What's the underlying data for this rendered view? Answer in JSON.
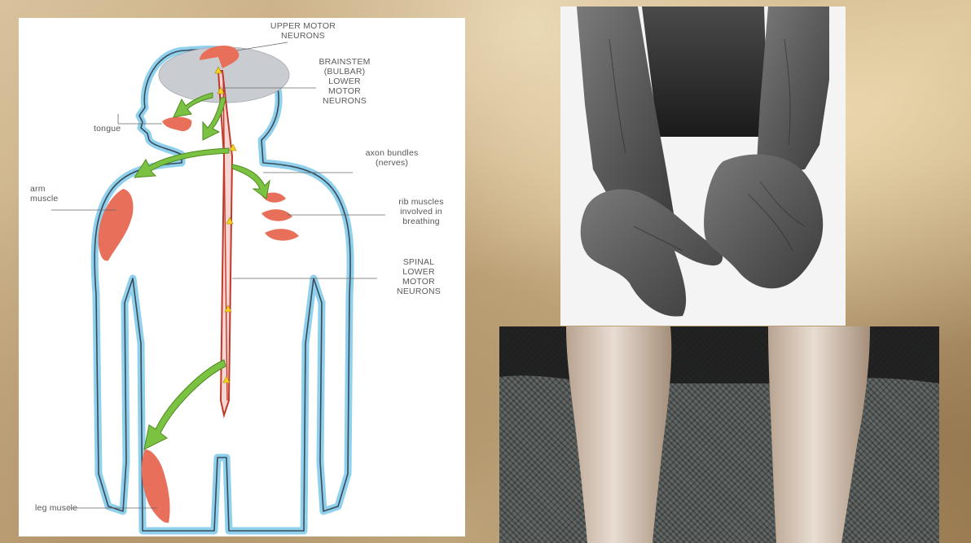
{
  "diagram": {
    "labels": {
      "upper_motor_neurons": "UPPER MOTOR\nNEURONS",
      "brainstem": "BRAINSTEM\n(BULBAR)\nLOWER\nMOTOR\nNEURONS",
      "tongue": "tongue",
      "axon_bundles": "axon bundles\n(nerves)",
      "arm_muscle": "arm\nmuscle",
      "rib_muscles": "rib muscles\ninvolved in\nbreathing",
      "spinal": "SPINAL\nLOWER\nMOTOR\nNEURONS",
      "leg_muscle": "leg muscle"
    }
  },
  "colors": {
    "body_outline": "#7ec8e8",
    "muscle": "#e8705a",
    "arrow": "#7cc242",
    "spinal_cord": "#c0392b",
    "neuron_star": "#f4d020"
  }
}
